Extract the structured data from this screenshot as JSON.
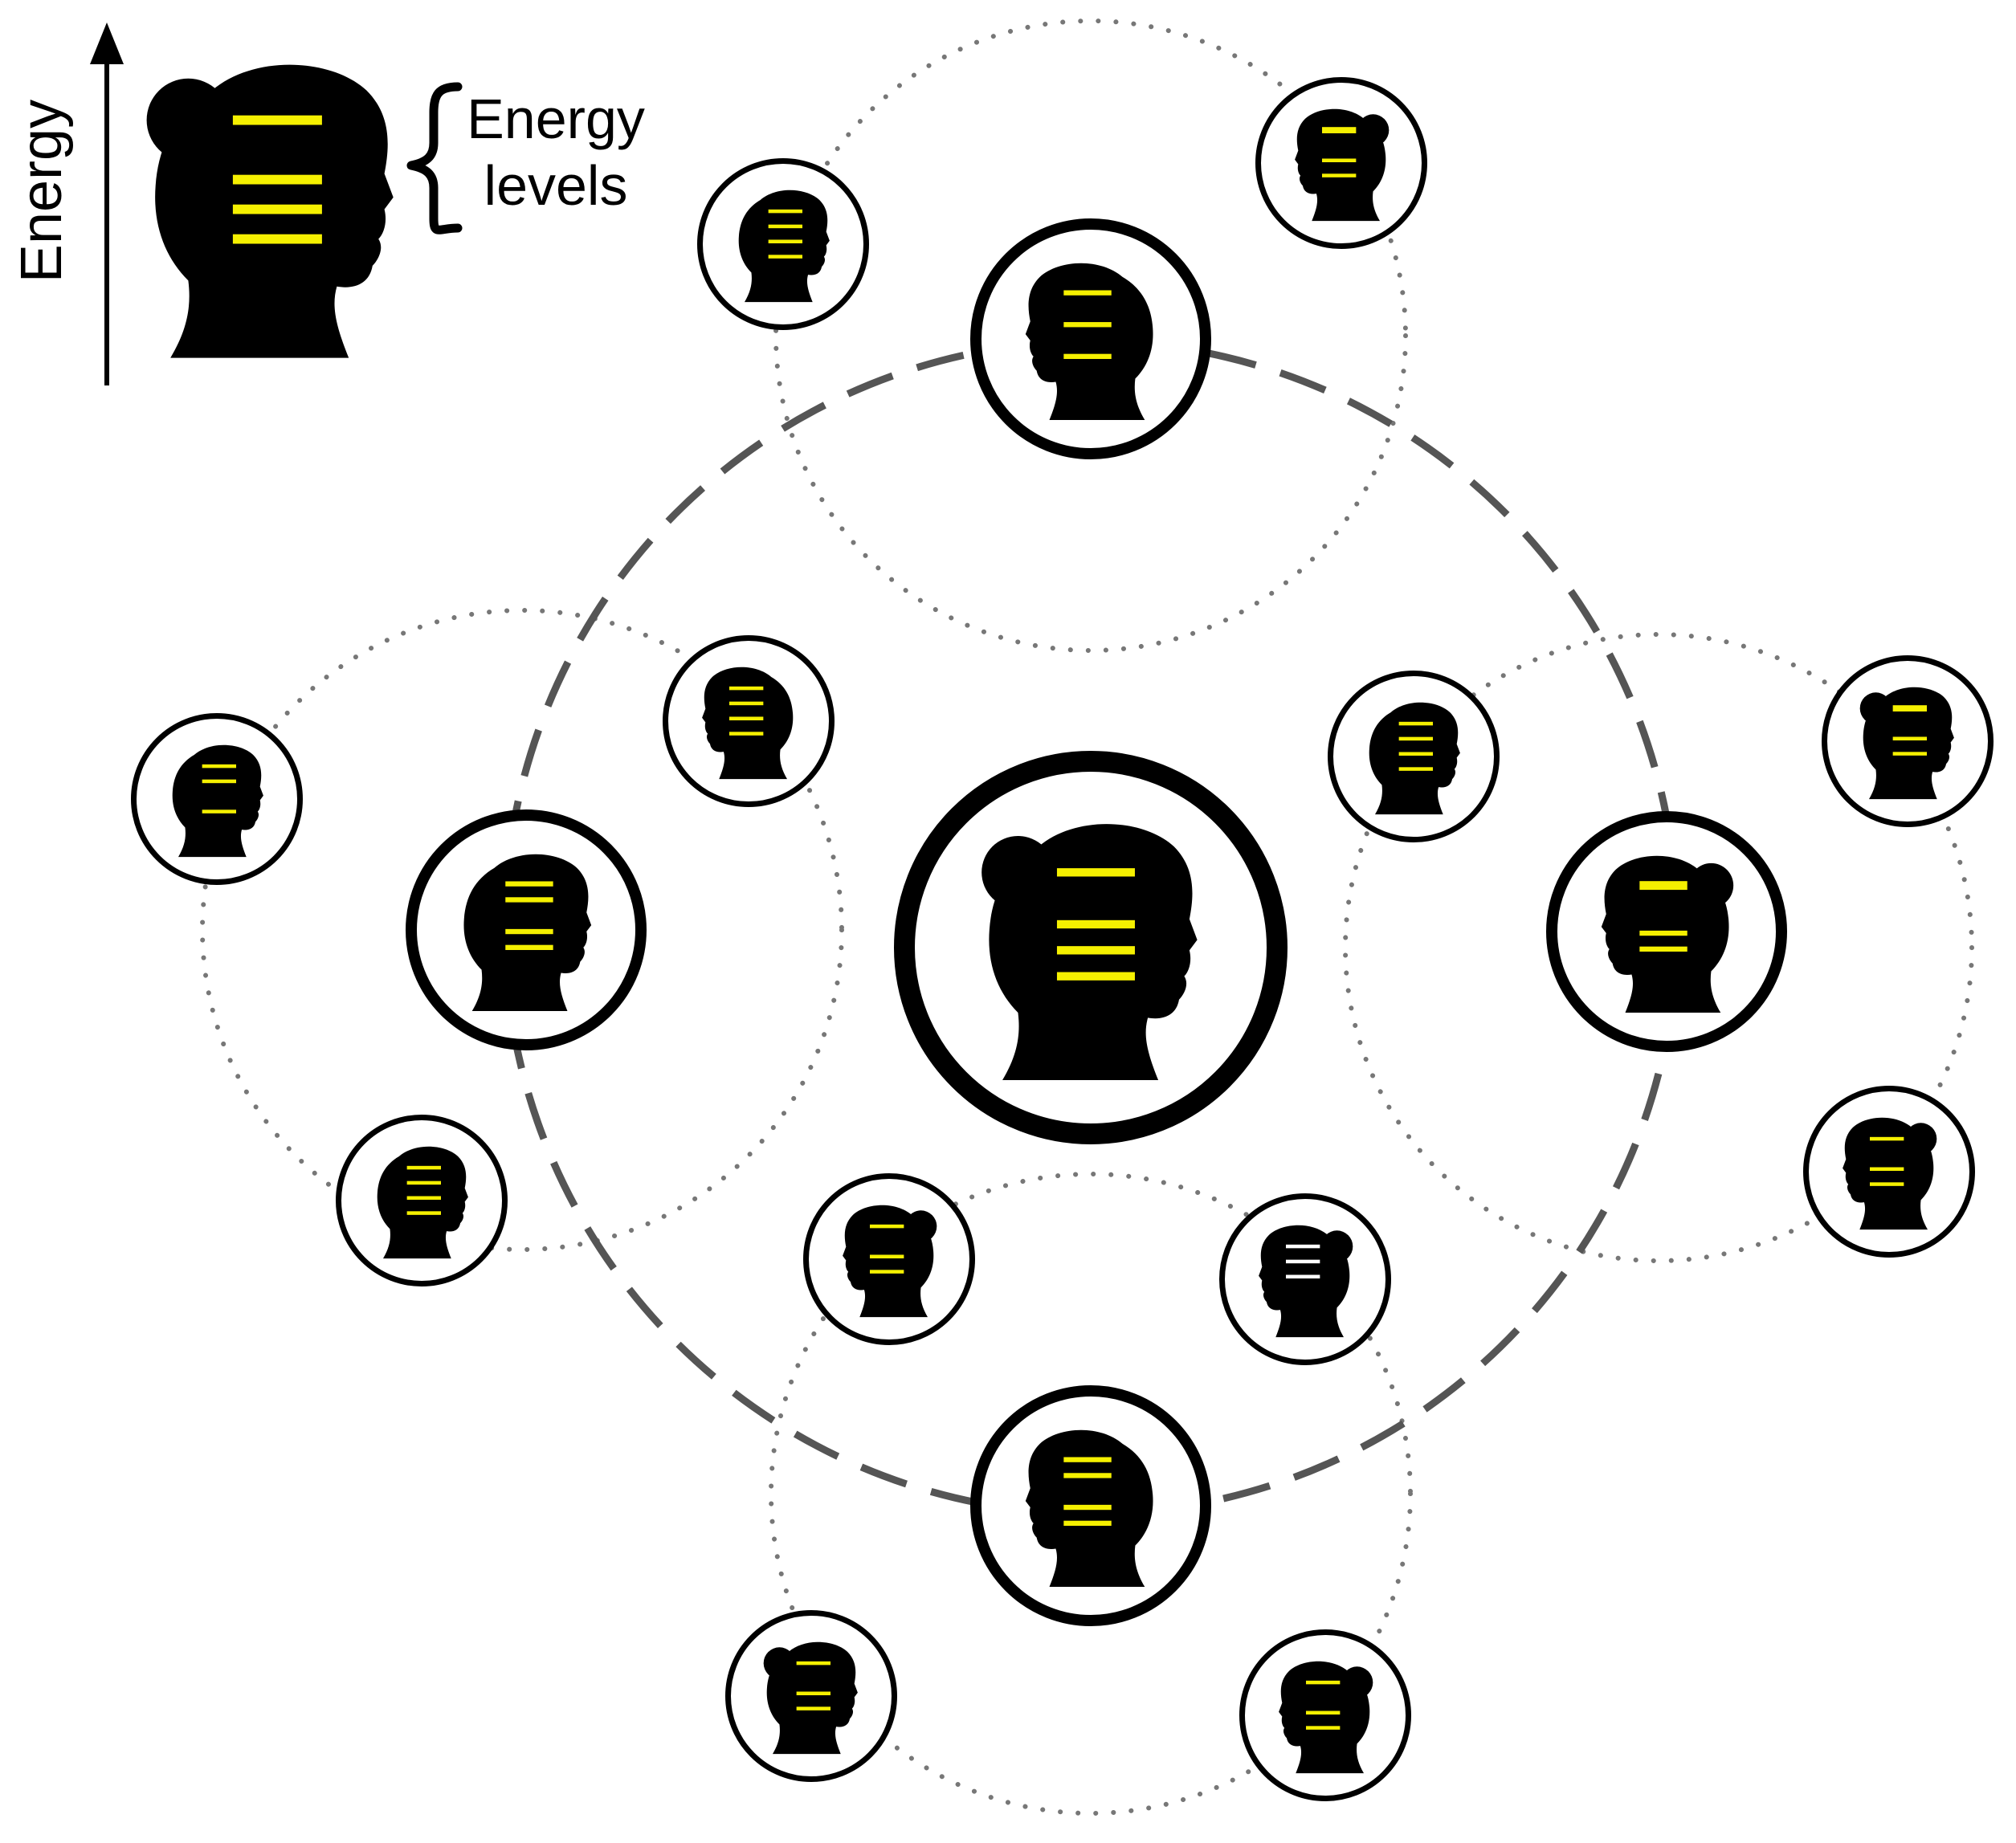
{
  "legend": {
    "axis_label": "Energy",
    "brace_label_line1": "Energy",
    "brace_label_line2": "levels",
    "energy_levels_shown": 4
  },
  "colors": {
    "silhouette": "#000000",
    "energy_level": "#f5f000",
    "energy_level_alt": "#ffffff",
    "node_border": "#000000",
    "primary_link": "#555555",
    "secondary_link": "#777777",
    "background": "#ffffff"
  },
  "nodes": [
    {
      "id": "center",
      "tier": "root",
      "profile": "bun",
      "facing": "right",
      "levels": [
        1,
        0,
        1,
        1,
        1
      ]
    },
    {
      "id": "hub-top",
      "tier": "hub",
      "profile": "short",
      "facing": "left",
      "levels": [
        1,
        0,
        1,
        0,
        1
      ]
    },
    {
      "id": "hub-left",
      "tier": "hub",
      "profile": "short",
      "facing": "right",
      "levels": [
        1,
        1,
        0,
        1,
        1
      ]
    },
    {
      "id": "hub-right",
      "tier": "hub",
      "profile": "bun",
      "facing": "left",
      "levels": [
        2,
        0,
        0,
        1,
        1
      ]
    },
    {
      "id": "hub-bottom",
      "tier": "hub",
      "profile": "short",
      "facing": "left",
      "levels": [
        1,
        1,
        0,
        1,
        1
      ]
    },
    {
      "id": "leaf-top-1",
      "tier": "leaf",
      "profile": "short",
      "facing": "right",
      "levels": [
        1,
        1,
        1,
        1
      ]
    },
    {
      "id": "leaf-top-2",
      "tier": "leaf",
      "profile": "bun",
      "facing": "left",
      "levels": [
        2,
        0,
        1,
        1
      ]
    },
    {
      "id": "leaf-left-1",
      "tier": "leaf",
      "profile": "short",
      "facing": "right",
      "levels": [
        1,
        1,
        0,
        1
      ]
    },
    {
      "id": "leaf-left-2",
      "tier": "leaf",
      "profile": "short",
      "facing": "left",
      "levels": [
        1,
        1,
        1,
        1
      ]
    },
    {
      "id": "leaf-left-3",
      "tier": "leaf",
      "profile": "short",
      "facing": "right",
      "levels": [
        1,
        1,
        1,
        1
      ]
    },
    {
      "id": "leaf-right-1",
      "tier": "leaf",
      "profile": "short",
      "facing": "right",
      "levels": [
        1,
        1,
        1,
        1
      ]
    },
    {
      "id": "leaf-right-2",
      "tier": "leaf",
      "profile": "bun",
      "facing": "right",
      "levels": [
        2,
        0,
        1,
        1
      ]
    },
    {
      "id": "leaf-right-3",
      "tier": "leaf",
      "profile": "bun",
      "facing": "left",
      "levels": [
        1,
        0,
        1,
        1
      ]
    },
    {
      "id": "leaf-bottom-1",
      "tier": "leaf",
      "profile": "bun",
      "facing": "left",
      "levels": [
        1,
        0,
        1,
        1
      ]
    },
    {
      "id": "leaf-bottom-2",
      "tier": "leaf",
      "profile": "bun",
      "facing": "left",
      "levels": [
        1,
        1,
        1,
        0
      ],
      "level_color": "alt"
    },
    {
      "id": "leaf-bottom-3",
      "tier": "leaf",
      "profile": "bun",
      "facing": "right",
      "levels": [
        1,
        0,
        1,
        1
      ]
    },
    {
      "id": "leaf-bottom-4",
      "tier": "leaf",
      "profile": "bun",
      "facing": "left",
      "levels": [
        1,
        0,
        1,
        1
      ]
    }
  ],
  "links": {
    "primary": {
      "style": "dashed",
      "connects": [
        "hub-top",
        "hub-right",
        "hub-bottom",
        "hub-left"
      ]
    },
    "clusters": [
      {
        "hub": "hub-top",
        "style": "dotted",
        "members": [
          "leaf-top-1",
          "leaf-top-2"
        ]
      },
      {
        "hub": "hub-left",
        "style": "dotted",
        "members": [
          "leaf-left-1",
          "leaf-left-2",
          "leaf-left-3"
        ]
      },
      {
        "hub": "hub-right",
        "style": "dotted",
        "members": [
          "leaf-right-1",
          "leaf-right-2",
          "leaf-right-3"
        ]
      },
      {
        "hub": "hub-bottom",
        "style": "dotted",
        "members": [
          "leaf-bottom-1",
          "leaf-bottom-2",
          "leaf-bottom-3",
          "leaf-bottom-4"
        ]
      }
    ]
  }
}
